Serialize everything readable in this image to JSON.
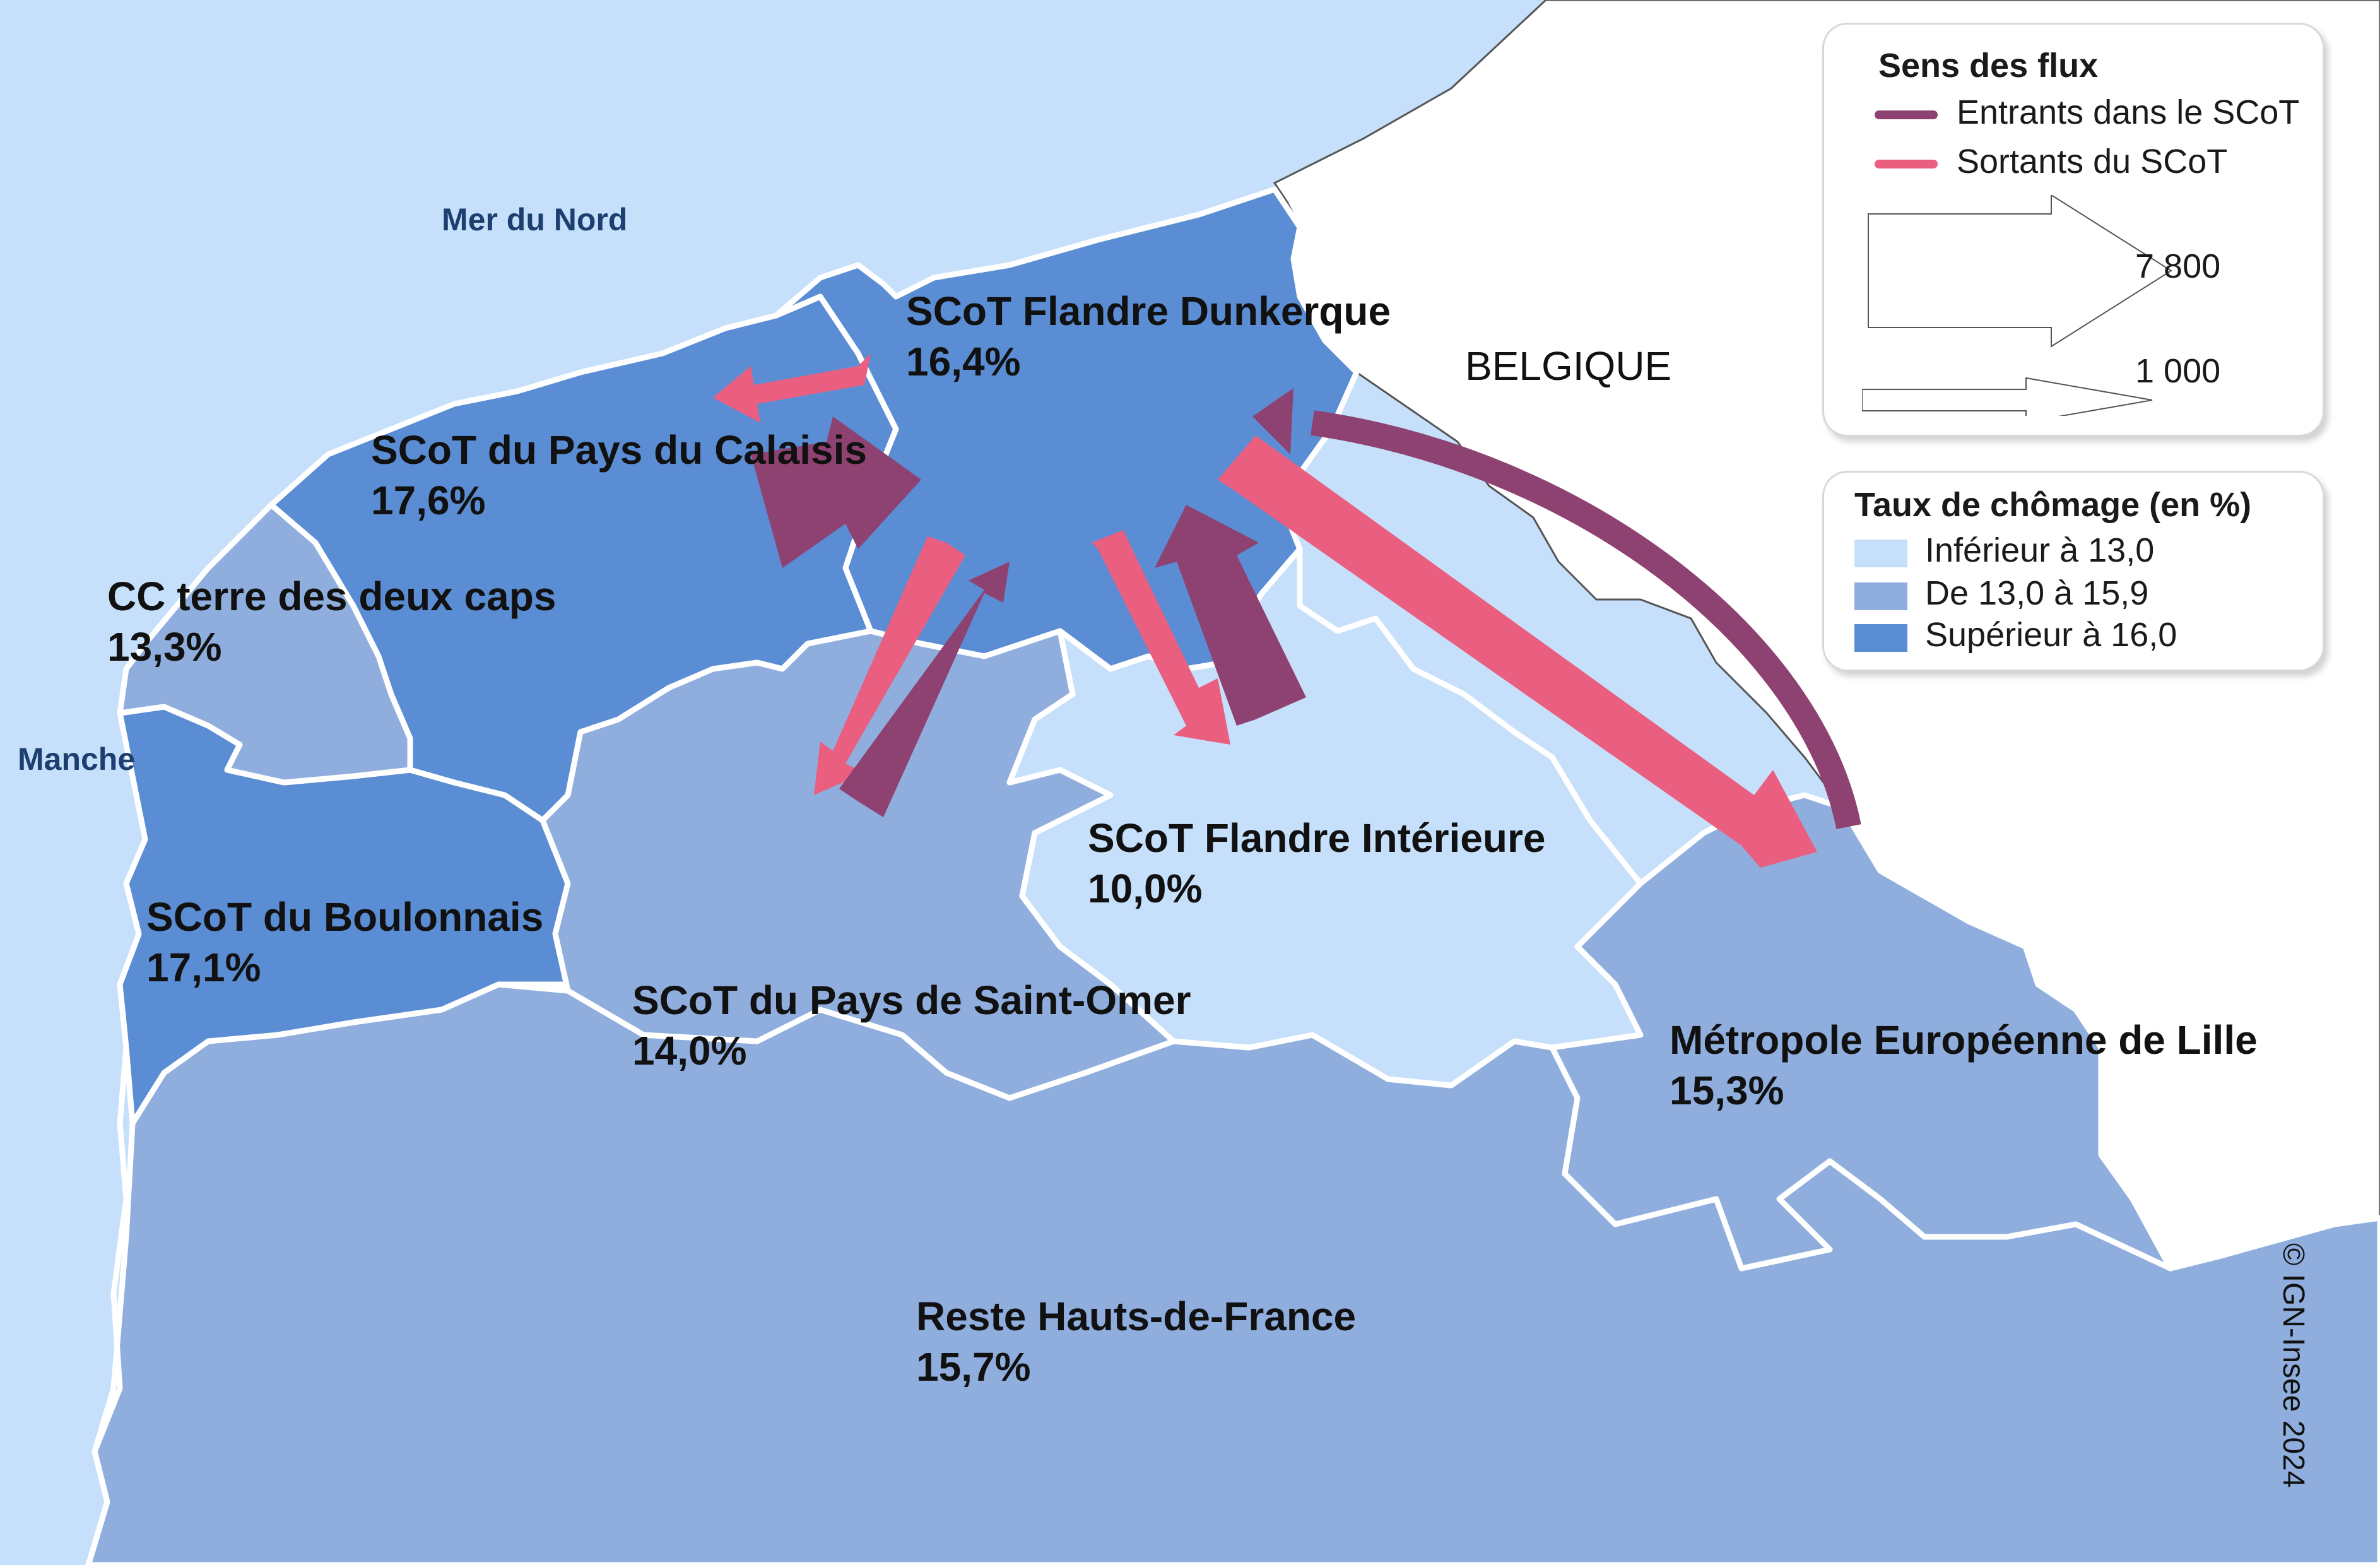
{
  "map": {
    "sea_labels": [
      "Mer du Nord",
      "Manche"
    ],
    "country_label": "BELGIQUE",
    "colors": {
      "sea": "#c6e0fb",
      "low": "#c6e0fb",
      "mid": "#8faede",
      "high": "#5b8dd4",
      "border": "#ffffff",
      "foreign": "#ffffff",
      "inflow": "#8e4271",
      "outflow": "#ea5f80"
    },
    "territories": [
      {
        "name": "SCoT Flandre Dunkerque",
        "rate": "16,4%",
        "class": "high"
      },
      {
        "name": "SCoT du Pays du Calaisis",
        "rate": "17,6%",
        "class": "high"
      },
      {
        "name": "CC terre des deux caps",
        "rate": "13,3%",
        "class": "mid"
      },
      {
        "name": "SCoT du Boulonnais",
        "rate": "17,1%",
        "class": "high"
      },
      {
        "name": "SCoT du Pays de Saint-Omer",
        "rate": "14,0%",
        "class": "mid"
      },
      {
        "name": "SCoT Flandre Intérieure",
        "rate": "10,0%",
        "class": "low"
      },
      {
        "name": "Métropole Européenne de Lille",
        "rate": "15,3%",
        "class": "mid"
      },
      {
        "name": "Reste Hauts-de-France",
        "rate": "15,7%",
        "class": "mid"
      }
    ],
    "flows": [
      {
        "from": "SCoT Flandre Dunkerque",
        "to": "SCoT du Pays du Calaisis",
        "direction": "sortant"
      },
      {
        "from": "SCoT du Pays du Calaisis",
        "to": "SCoT Flandre Dunkerque",
        "direction": "entrant"
      },
      {
        "from": "SCoT Flandre Dunkerque",
        "to": "SCoT du Pays de Saint-Omer",
        "direction": "sortant"
      },
      {
        "from": "SCoT du Pays de Saint-Omer",
        "to": "SCoT Flandre Dunkerque",
        "direction": "entrant"
      },
      {
        "from": "SCoT Flandre Dunkerque",
        "to": "SCoT Flandre Intérieure",
        "direction": "sortant"
      },
      {
        "from": "SCoT Flandre Intérieure",
        "to": "SCoT Flandre Dunkerque",
        "direction": "entrant"
      },
      {
        "from": "SCoT Flandre Dunkerque",
        "to": "Métropole Européenne de Lille",
        "direction": "sortant"
      },
      {
        "from": "Métropole Européenne de Lille",
        "to": "SCoT Flandre Dunkerque",
        "direction": "entrant"
      }
    ]
  },
  "legend": {
    "flux_title": "Sens des flux",
    "inflow_label": "Entrants dans le SCoT",
    "outflow_label": "Sortants du SCoT",
    "size_large": "7 800",
    "size_small": "1 000",
    "rate_title": "Taux de chômage (en %)",
    "rate_classes": [
      "Inférieur à 13,0",
      "De 13,0 à 15,9",
      "Supérieur à 16,0"
    ]
  },
  "copyright": "© IGN-Insee 2024"
}
